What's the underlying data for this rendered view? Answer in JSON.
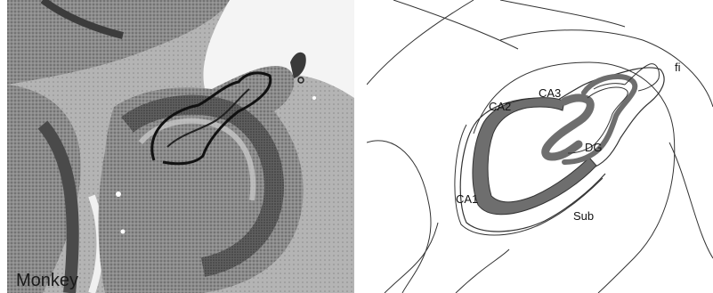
{
  "left_panel": {
    "species_label": "Monkey"
  },
  "right_panel": {
    "labels": {
      "ca1": "CA1",
      "ca2": "CA2",
      "ca3": "CA3",
      "dg": "DG",
      "sub": "Sub",
      "fi": "fi"
    }
  },
  "colors": {
    "stain_dark": "#3a3a3a",
    "stain_mid": "#7a7a7a",
    "stain_light": "#b8b8b8",
    "band_fill": "#6e6e6e",
    "outline": "#333333"
  }
}
